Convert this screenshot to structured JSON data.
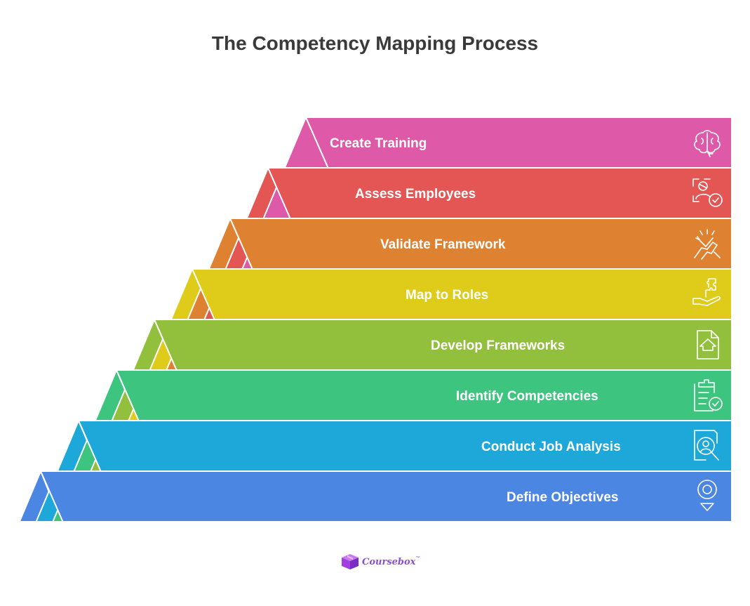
{
  "title": "The Competency Mapping Process",
  "steps": [
    {
      "label": "Create Training",
      "color": "#de59a8",
      "icon": "brain-icon"
    },
    {
      "label": "Assess Employees",
      "color": "#e35654",
      "icon": "user-check-icon"
    },
    {
      "label": "Validate Framework",
      "color": "#de8232",
      "icon": "handshake-icon"
    },
    {
      "label": "Map to Roles",
      "color": "#dfcb19",
      "icon": "puzzle-hand-icon"
    },
    {
      "label": "Develop Frameworks",
      "color": "#92bf3c",
      "icon": "document-upload-icon"
    },
    {
      "label": "Identify Competencies",
      "color": "#3dc47e",
      "icon": "clipboard-check-icon"
    },
    {
      "label": "Conduct Job Analysis",
      "color": "#1ea8d9",
      "icon": "person-search-icon"
    },
    {
      "label": "Define Objectives",
      "color": "#4b86e2",
      "icon": "location-pin-icon"
    }
  ],
  "brand": {
    "name": "Coursebox",
    "mark": "™",
    "color": "#8a4fd6",
    "icon": "cube-logo-icon"
  }
}
